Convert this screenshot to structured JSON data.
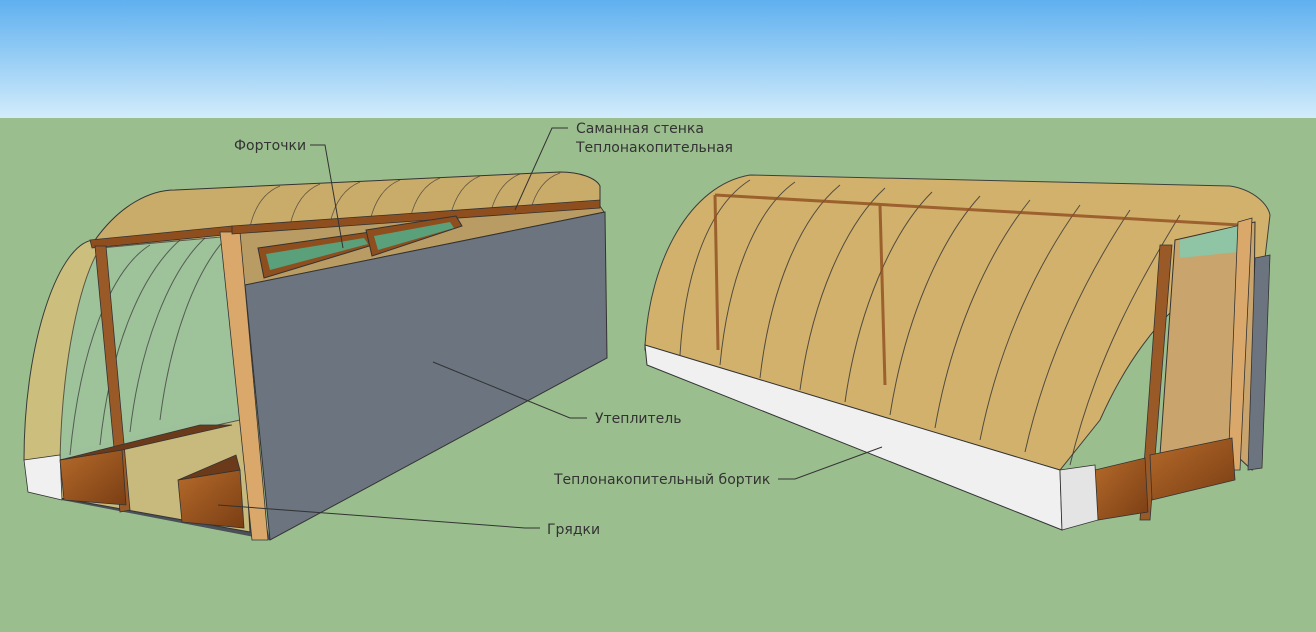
{
  "labels": {
    "fortochki": "Форточки",
    "samannaya_1": "Саманная стенка",
    "samannaya_2": "Теплонакопительная",
    "uteplitel": "Утеплитель",
    "bortik": "Теплонакопительный бортик",
    "gryadki": "Грядки"
  },
  "colors": {
    "sky_top": "#5fb0ef",
    "sky_bottom": "#d2ecfb",
    "ground": "#9bbe8f",
    "insulation": "#6b747f",
    "wood": "#9a5a28",
    "wood_light": "#d9a86a",
    "polycarbonate": "#d8b06a",
    "glass": "#8fc4a4",
    "foundation": "#f0f0f0"
  }
}
